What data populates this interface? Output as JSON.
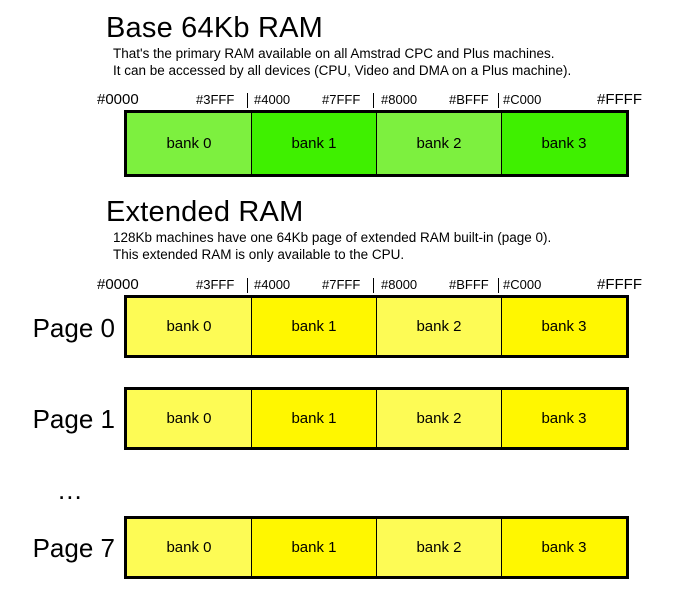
{
  "colors": {
    "bank_green_light": "#7df03f",
    "bank_green_dark": "#3ff000",
    "bank_yellow_light": "#fdfb55",
    "bank_yellow_dark": "#fff700",
    "border": "#000000",
    "text": "#000000",
    "background": "#ffffff"
  },
  "sections": [
    {
      "id": "base-ram",
      "heading": "Base 64Kb RAM",
      "description_lines": [
        "That's the primary RAM available on all Amstrad CPC and Plus machines.",
        "It can be accessed by all devices (CPU, Video and DMA on a Plus machine)."
      ],
      "ruler": {
        "start": "#0000",
        "end": "#FFFF",
        "inner": [
          "#3FFF",
          "#4000",
          "#7FFF",
          "#8000",
          "#BFFF",
          "#C000"
        ]
      },
      "rows": [
        {
          "label": "",
          "banks": [
            "bank 0",
            "bank 1",
            "bank 2",
            "bank 3"
          ]
        }
      ]
    },
    {
      "id": "extended-ram",
      "heading": "Extended RAM",
      "description_lines": [
        "128Kb machines have one 64Kb page of extended RAM built-in (page 0).",
        "This extended RAM is only available to the CPU."
      ],
      "ruler": {
        "start": "#0000",
        "end": "#FFFF",
        "inner": [
          "#3FFF",
          "#4000",
          "#7FFF",
          "#8000",
          "#BFFF",
          "#C000"
        ]
      },
      "ellipsis": "...",
      "rows": [
        {
          "label": "Page 0",
          "banks": [
            "bank 0",
            "bank 1",
            "bank 2",
            "bank 3"
          ]
        },
        {
          "label": "Page 1",
          "banks": [
            "bank 0",
            "bank 1",
            "bank 2",
            "bank 3"
          ]
        },
        {
          "label": "Page 7",
          "banks": [
            "bank 0",
            "bank 1",
            "bank 2",
            "bank 3"
          ]
        }
      ]
    }
  ]
}
